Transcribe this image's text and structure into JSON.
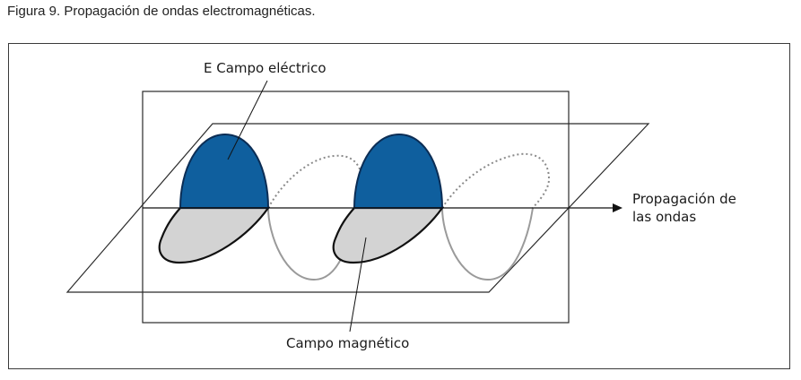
{
  "caption": "Figura 9. Propagación de ondas electromagnéticas.",
  "labels": {
    "electric_field": "E Campo eléctrico",
    "magnetic_field": "Campo magnético",
    "propagation_line1": "Propagación de",
    "propagation_line2": "las ondas"
  },
  "colors": {
    "electric_lobe": "#0f5f9e",
    "magnetic_lobe": "#d3d3d3",
    "outline": "#111111",
    "lower_wave": "#9a9a9a",
    "dotted_wave": "#8a8a8a",
    "planes": "#2a2a2a"
  }
}
